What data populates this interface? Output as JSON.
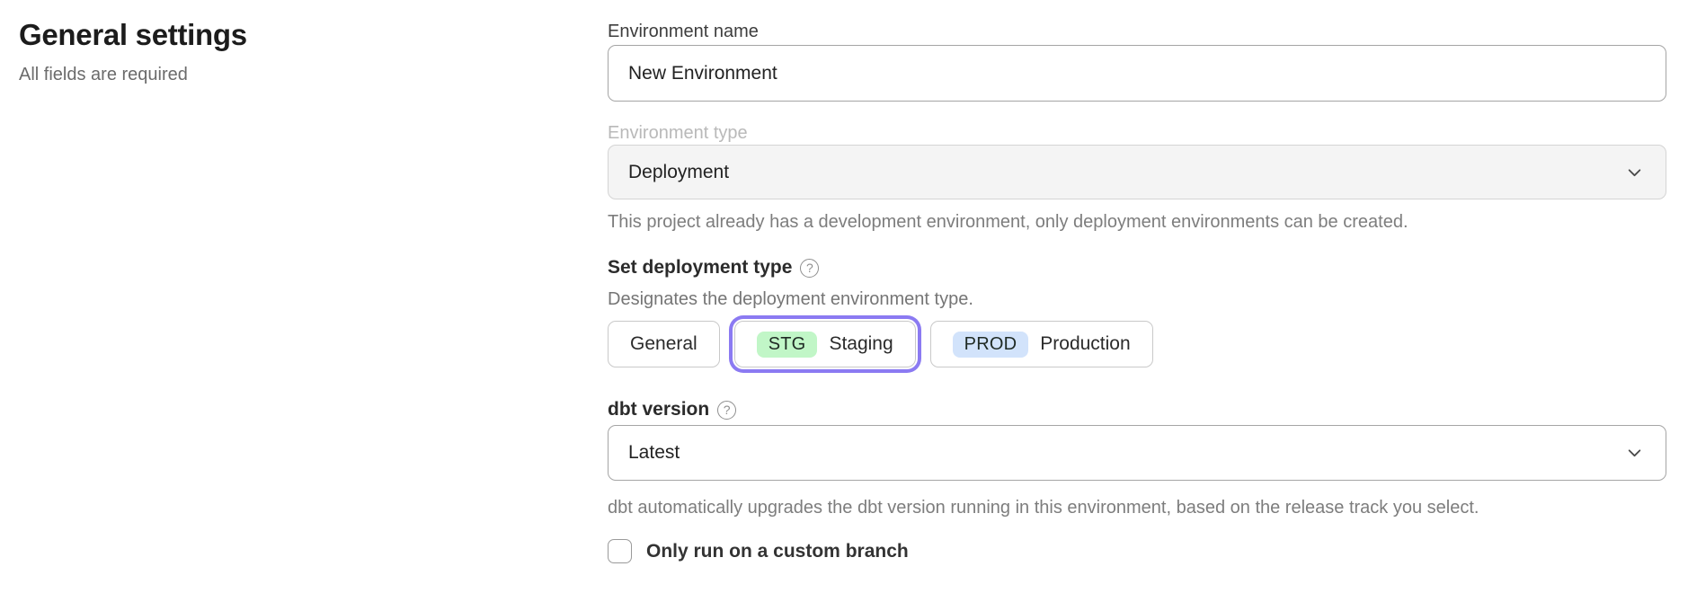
{
  "colors": {
    "accent_ring": "#8b7af2",
    "badge_stg_bg": "#c1f6c7",
    "badge_prod_bg": "#d2e3fb"
  },
  "panel": {
    "title": "General settings",
    "subtitle": "All fields are required"
  },
  "form": {
    "environment_name": {
      "label": "Environment name",
      "value": "New Environment"
    },
    "environment_type": {
      "label": "Environment type",
      "value": "Deployment",
      "helper": "This project already has a development environment, only deployment environments can be created."
    },
    "deployment_type": {
      "label": "Set deployment type",
      "help_icon": "?",
      "description": "Designates the deployment environment type.",
      "options": [
        {
          "label": "General",
          "badge": "",
          "selected": false
        },
        {
          "label": "Staging",
          "badge": "STG",
          "selected": true
        },
        {
          "label": "Production",
          "badge": "PROD",
          "selected": false
        }
      ]
    },
    "dbt_version": {
      "label": "dbt version",
      "help_icon": "?",
      "value": "Latest",
      "helper": "dbt automatically upgrades the dbt version running in this environment, based on the release track you select."
    },
    "custom_branch": {
      "label": "Only run on a custom branch",
      "checked": false
    }
  }
}
